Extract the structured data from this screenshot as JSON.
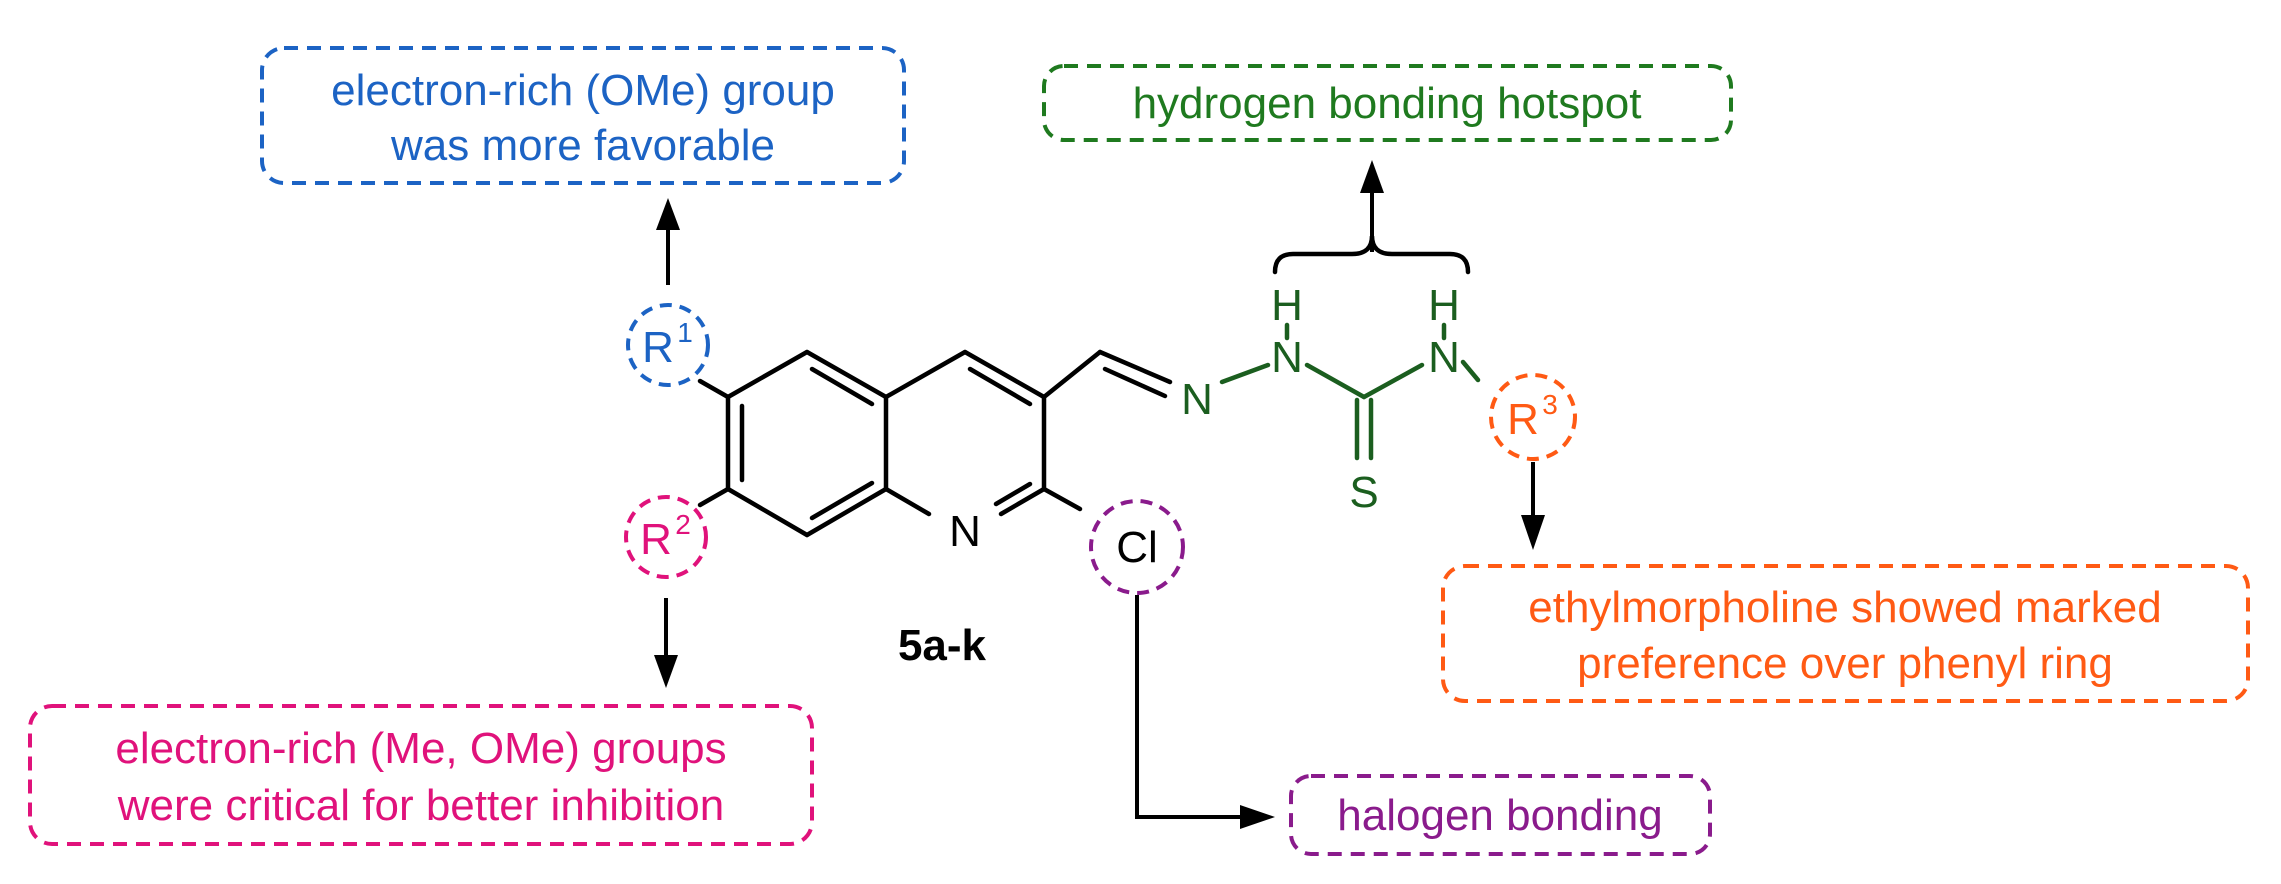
{
  "colors": {
    "blue": "#1c63c4",
    "pink": "#e0127b",
    "green": "#1f7a1f",
    "dark_green": "#1b5e1f",
    "orange": "#ff5a14",
    "purple": "#8a1b8c",
    "black": "#000000"
  },
  "notes": {
    "r1": {
      "line1": "electron-rich (OMe) group",
      "line2": "was more favorable"
    },
    "hbond": {
      "line1": "hydrogen bonding hotspot"
    },
    "r2": {
      "line1": "electron-rich (Me, OMe) groups",
      "line2": "were critical for better inhibition"
    },
    "r3": {
      "line1": "ethylmorpholine showed marked",
      "line2": "preference over phenyl ring"
    },
    "halogen": {
      "line1": "halogen bonding"
    }
  },
  "molecule": {
    "compound_label": "5a-k",
    "substituents": {
      "r1": "R",
      "r1_sup": "1",
      "r2": "R",
      "r2_sup": "2",
      "r3": "R",
      "r3_sup": "3",
      "cl": "Cl"
    },
    "atoms": {
      "ring_n": "N",
      "imine_n": "N",
      "nh1_n": "N",
      "nh1_h": "H",
      "nh2_n": "N",
      "nh2_h": "H",
      "sulfur": "S"
    }
  }
}
